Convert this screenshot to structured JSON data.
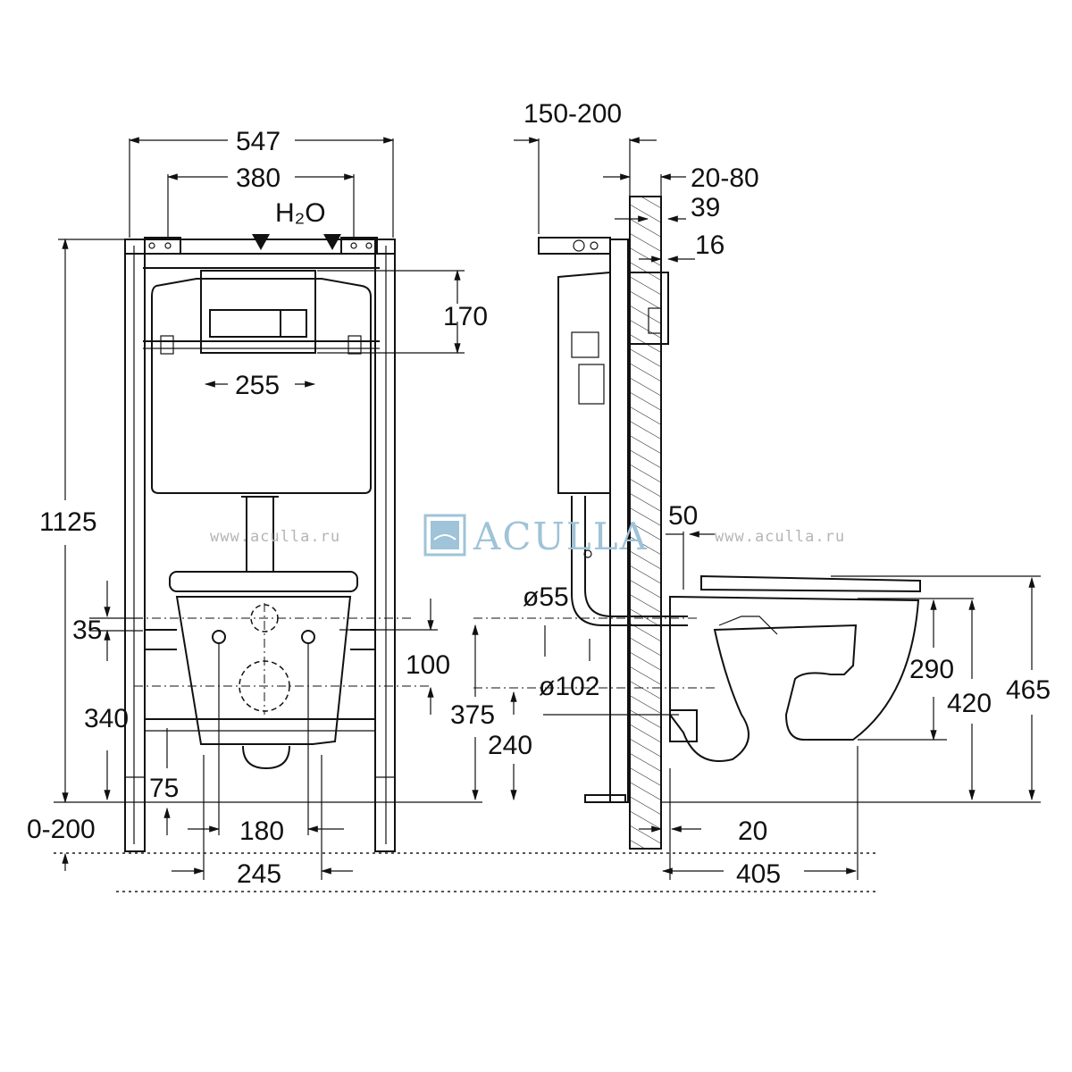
{
  "dimensions": {
    "front_width": "547",
    "front_mount_span": "380",
    "water_label": "H₂O",
    "plate_height": "170",
    "plate_width": "255",
    "total_height": "1125",
    "seat_offset": "35",
    "inlet_height": "340",
    "bottom_offset": "75",
    "foot_adjust": "0-200",
    "fixing_centers": "180",
    "bowl_bolt_span": "245",
    "drop_height": "100",
    "side_depth": "150-200",
    "wall_range": "20-80",
    "wall_39": "39",
    "wall_16": "16",
    "side_50": "50",
    "pipe_55": "ø55",
    "pipe_102": "ø102",
    "height_375": "375",
    "height_240": "240",
    "bowl_290": "290",
    "bowl_420": "420",
    "bowl_465": "465",
    "gap_20": "20",
    "bowl_405": "405"
  },
  "watermark": {
    "left": "www.aculla.ru",
    "right": "www.aculla.ru",
    "logo": "ACULLA"
  },
  "colors": {
    "line": "#111111",
    "watermark": "#b5b5b5",
    "logo": "#9fc3d8"
  }
}
